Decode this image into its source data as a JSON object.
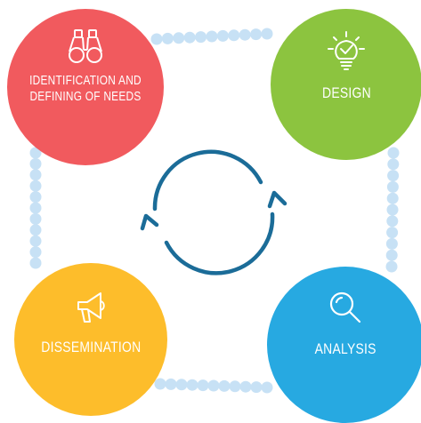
{
  "stages": [
    {
      "label_line1": "IDENTIFICATION AND",
      "label_line2": "DEFINING OF NEEDS",
      "icon": "binoculars-icon",
      "color": "#f15a5e"
    },
    {
      "label": "DESIGN",
      "icon": "lightbulb-icon",
      "color": "#8cc43f"
    },
    {
      "label": "DISSEMINATION",
      "icon": "megaphone-icon",
      "color": "#fdbd2b"
    },
    {
      "label": "ANALYSIS",
      "icon": "magnifier-icon",
      "color": "#27a9e1"
    }
  ],
  "connector": {
    "dot_color": "#c7e1f5",
    "style": "dotted"
  },
  "cycle_icon": {
    "name": "refresh-cycle-icon",
    "color": "#1b6c98"
  }
}
